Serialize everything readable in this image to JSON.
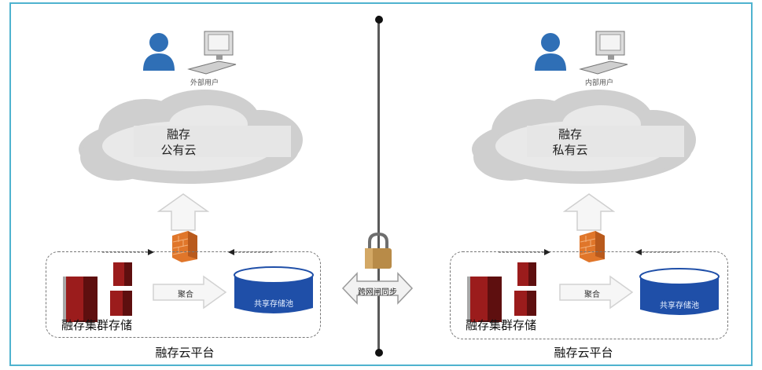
{
  "left": {
    "user_label": "外部用户",
    "cloud_line1": "融存",
    "cloud_line2": "公有云",
    "aggregate_label": "聚合",
    "storage_label": "共享存储池",
    "cluster_label": "融存集群存储",
    "platform_label": "融存云平台"
  },
  "right": {
    "user_label": "内部用户",
    "cloud_line1": "融存",
    "cloud_line2": "私有云",
    "aggregate_label": "聚合",
    "storage_label": "共享存储池",
    "cluster_label": "融存集群存储",
    "platform_label": "融存云平台"
  },
  "center": {
    "sync_label": "跨网闸同步",
    "icons": [
      "lock-icon"
    ]
  },
  "icons": [
    "user-icon",
    "computer-icon",
    "cloud-icon",
    "firewall-icon",
    "server-icon",
    "database-icon",
    "arrow-up-icon",
    "arrow-right-icon",
    "double-arrow-icon"
  ],
  "colors": {
    "frame_border": "#4fb3cf",
    "server_red": "#9b1c1c",
    "storage_blue": "#1f4fa8",
    "firewall_orange": "#e0762a"
  }
}
